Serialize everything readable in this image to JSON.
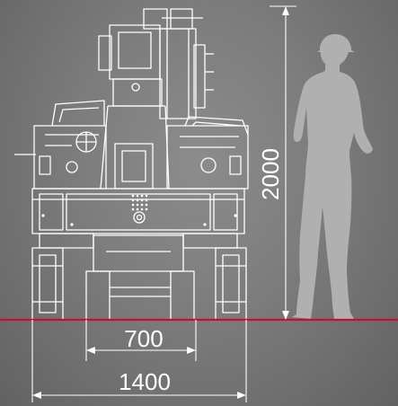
{
  "dimensions": {
    "height": "2000",
    "track_width": "700",
    "overall_width": "1400"
  },
  "colors": {
    "line_art": "#ffffff",
    "ground_line": "#c8102e",
    "figure": "#b0b0b0",
    "background": "#7a7a7a"
  }
}
